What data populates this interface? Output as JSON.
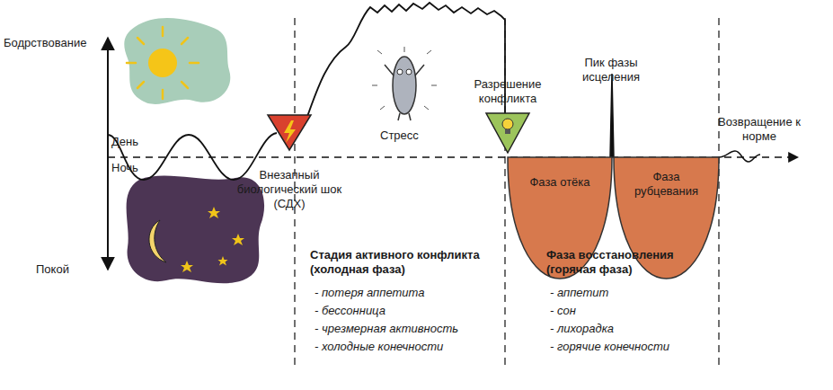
{
  "diagram": {
    "nodes": [
      {
        "text": [
          "Внезапный биологический шок (СДХ)"
        ]
      },
      {
        "text": [
          "Разрешение конфликта"
        ]
      },
      {
        "text": [
          "Фаза отёка"
        ]
      },
      {
        "text": [
          "Фаза рубцевания"
        ]
      }
    ],
    "labels": [
      "Бодрствование",
      "Покой",
      "День",
      "Ночь",
      "Стресс",
      "Пик фазы исцеления",
      "Возвращение к норме",
      "Стадия активного конфликта (холодная фаза)",
      "- потеря аппетита",
      "- бессонница",
      "- чрезмерная активность",
      "- холодные конечности",
      "Фаза восстановления (горячая фаза)",
      "- аппетит",
      "- сон",
      "- лихорадка",
      "- горячие конечности"
    ]
  }
}
